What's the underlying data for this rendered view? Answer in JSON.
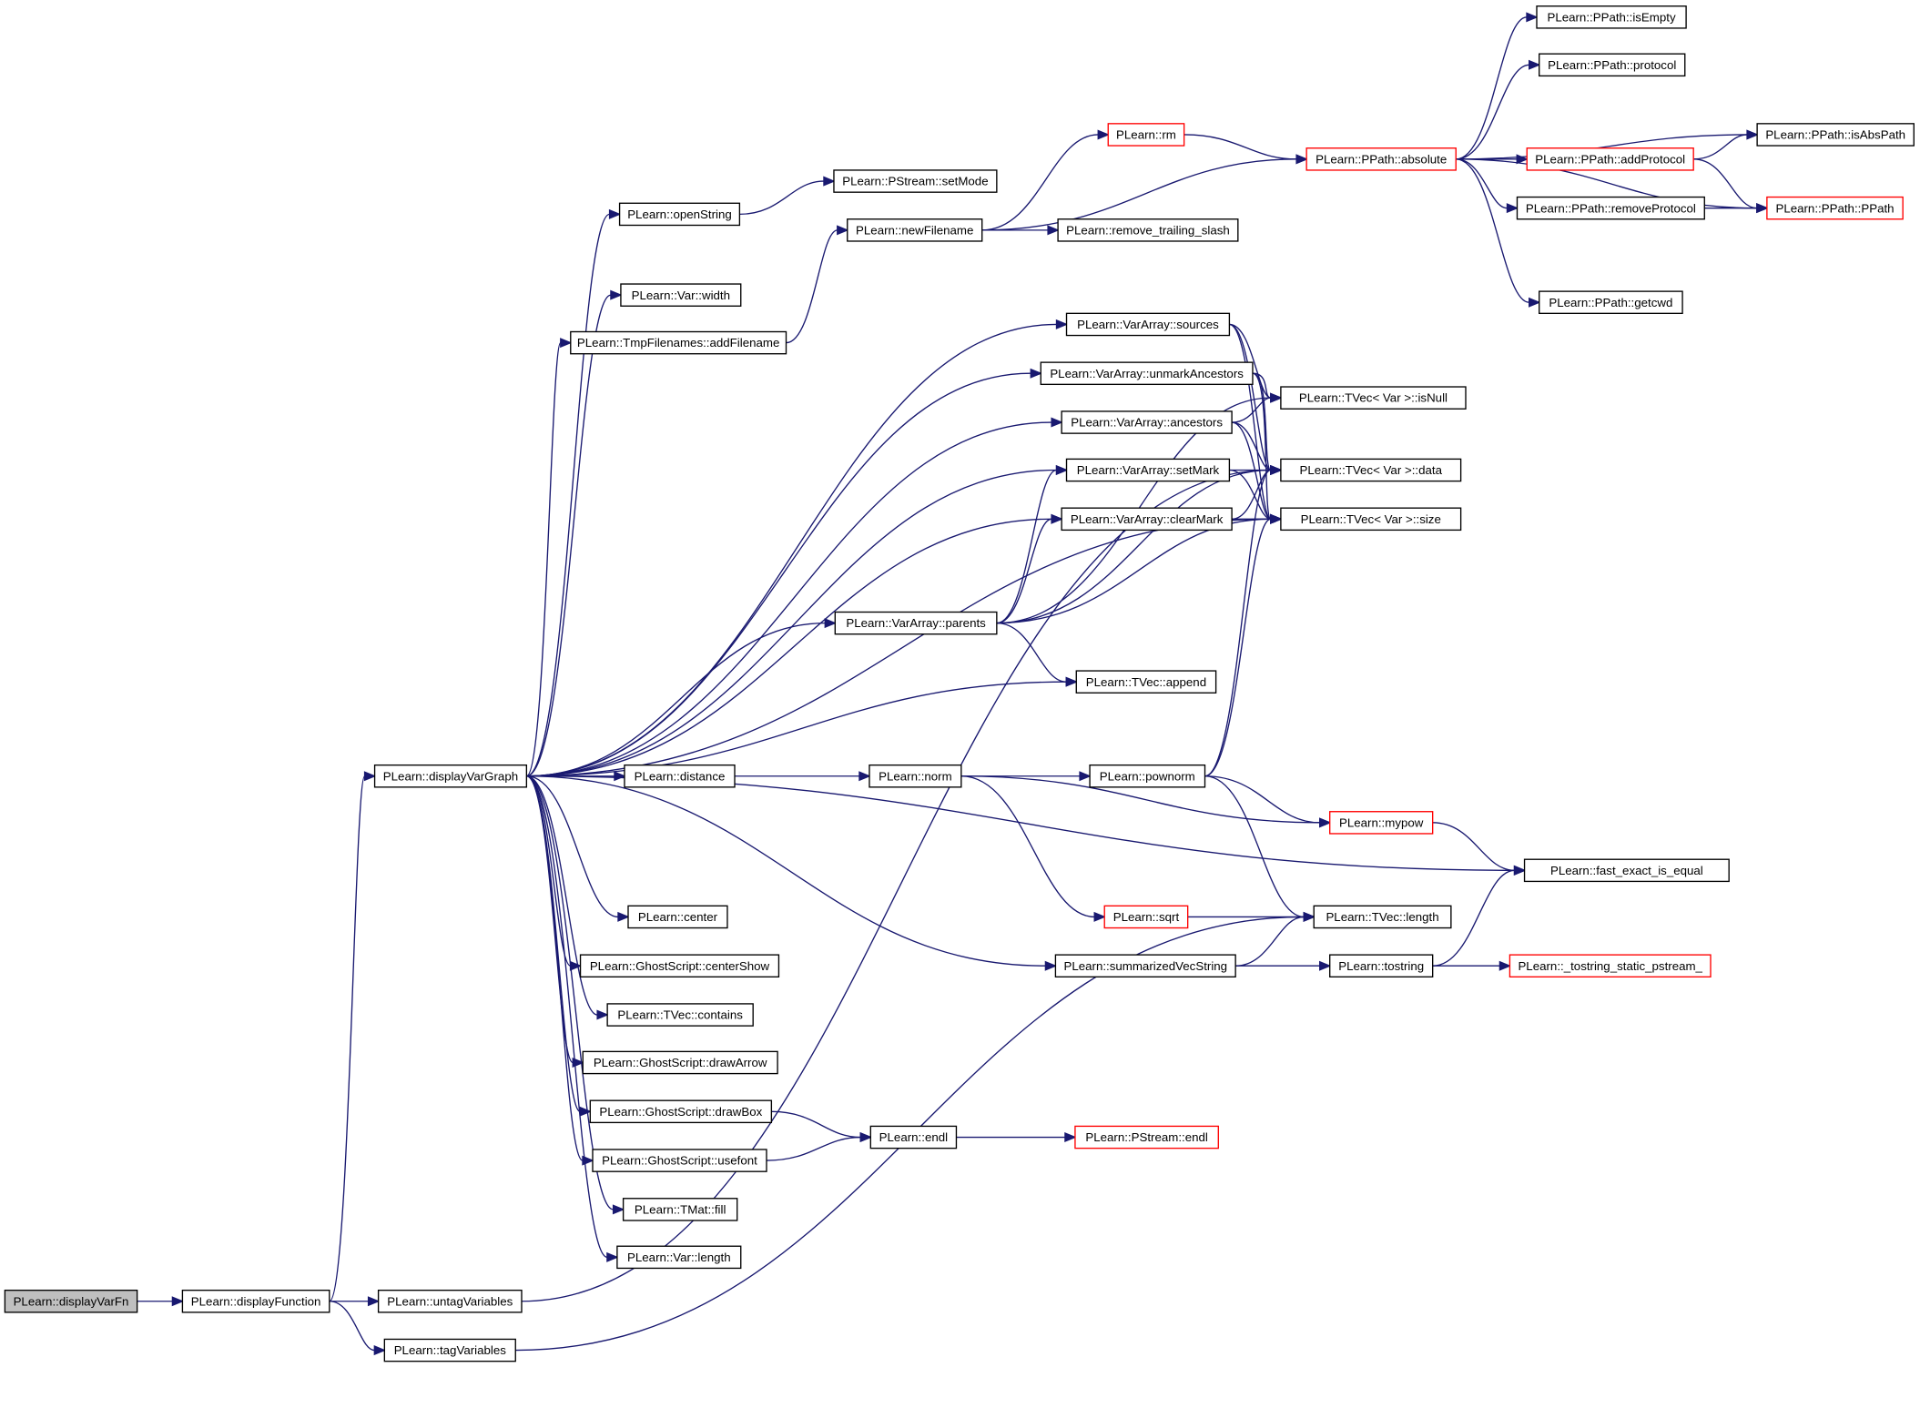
{
  "colors": {
    "edge": "#191970",
    "border_default": "#000000",
    "border_truncated": "#ff0000",
    "fill_default": "#ffffff",
    "fill_root": "#bfbfbf"
  },
  "nodes": [
    {
      "id": "n0",
      "label": "PLearn::displayVarFn",
      "style": "root"
    },
    {
      "id": "n1",
      "label": "PLearn::displayFunction",
      "style": "default"
    },
    {
      "id": "n2",
      "label": "PLearn::displayVarGraph",
      "style": "default"
    },
    {
      "id": "n3",
      "label": "PLearn::openString",
      "style": "default"
    },
    {
      "id": "n4",
      "label": "PLearn::PStream::setMode",
      "style": "default"
    },
    {
      "id": "n5",
      "label": "PLearn::Var::width",
      "style": "default"
    },
    {
      "id": "n6",
      "label": "PLearn::TmpFilenames::addFilename",
      "style": "default"
    },
    {
      "id": "n7",
      "label": "PLearn::newFilename",
      "style": "default"
    },
    {
      "id": "n8",
      "label": "PLearn::rm",
      "style": "truncated"
    },
    {
      "id": "n9",
      "label": "PLearn::PPath::absolute",
      "style": "truncated"
    },
    {
      "id": "n10",
      "label": "PLearn::PPath::isEmpty",
      "style": "default"
    },
    {
      "id": "n11",
      "label": "PLearn::PPath::protocol",
      "style": "default"
    },
    {
      "id": "n12",
      "label": "PLearn::PPath::isAbsPath",
      "style": "default"
    },
    {
      "id": "n13",
      "label": "PLearn::PPath::addProtocol",
      "style": "truncated"
    },
    {
      "id": "n14",
      "label": "PLearn::PPath::PPath",
      "style": "truncated"
    },
    {
      "id": "n15",
      "label": "PLearn::PPath::removeProtocol",
      "style": "default"
    },
    {
      "id": "n16",
      "label": "PLearn::PPath::getcwd",
      "style": "default"
    },
    {
      "id": "n17",
      "label": "PLearn::remove_trailing_slash",
      "style": "default"
    },
    {
      "id": "n18",
      "label": "PLearn::VarArray::sources",
      "style": "default"
    },
    {
      "id": "n19",
      "label": "PLearn::TVec< Var >::isNull",
      "style": "default"
    },
    {
      "id": "n20",
      "label": "PLearn::TVec< Var >::data",
      "style": "default"
    },
    {
      "id": "n21",
      "label": "PLearn::TVec< Var >::size",
      "style": "default"
    },
    {
      "id": "n22",
      "label": "PLearn::VarArray::unmarkAncestors",
      "style": "default"
    },
    {
      "id": "n23",
      "label": "PLearn::VarArray::ancestors",
      "style": "default"
    },
    {
      "id": "n24",
      "label": "PLearn::VarArray::setMark",
      "style": "default"
    },
    {
      "id": "n25",
      "label": "PLearn::VarArray::clearMark",
      "style": "default"
    },
    {
      "id": "n26",
      "label": "PLearn::VarArray::parents",
      "style": "default"
    },
    {
      "id": "n27",
      "label": "PLearn::TVec::append",
      "style": "default"
    },
    {
      "id": "n28",
      "label": "PLearn::distance",
      "style": "default"
    },
    {
      "id": "n29",
      "label": "PLearn::norm",
      "style": "default"
    },
    {
      "id": "n30",
      "label": "PLearn::pownorm",
      "style": "default"
    },
    {
      "id": "n31",
      "label": "PLearn::mypow",
      "style": "truncated"
    },
    {
      "id": "n32",
      "label": "PLearn::fast_exact_is_equal",
      "style": "default"
    },
    {
      "id": "n33",
      "label": "PLearn::sqrt",
      "style": "truncated"
    },
    {
      "id": "n34",
      "label": "PLearn::TVec::length",
      "style": "default"
    },
    {
      "id": "n35",
      "label": "PLearn::center",
      "style": "default"
    },
    {
      "id": "n36",
      "label": "PLearn::summarizedVecString",
      "style": "default"
    },
    {
      "id": "n37",
      "label": "PLearn::tostring",
      "style": "default"
    },
    {
      "id": "n38",
      "label": "PLearn::_tostring_static_pstream_",
      "style": "truncated"
    },
    {
      "id": "n39",
      "label": "PLearn::GhostScript::centerShow",
      "style": "default"
    },
    {
      "id": "n40",
      "label": "PLearn::TVec::contains",
      "style": "default"
    },
    {
      "id": "n41",
      "label": "PLearn::GhostScript::drawArrow",
      "style": "default"
    },
    {
      "id": "n42",
      "label": "PLearn::GhostScript::drawBox",
      "style": "default"
    },
    {
      "id": "n43",
      "label": "PLearn::endl",
      "style": "default"
    },
    {
      "id": "n44",
      "label": "PLearn::PStream::endl",
      "style": "truncated"
    },
    {
      "id": "n45",
      "label": "PLearn::GhostScript::usefont",
      "style": "default"
    },
    {
      "id": "n46",
      "label": "PLearn::TMat::fill",
      "style": "default"
    },
    {
      "id": "n47",
      "label": "PLearn::Var::length",
      "style": "default"
    },
    {
      "id": "n48",
      "label": "PLearn::untagVariables",
      "style": "default"
    },
    {
      "id": "n49",
      "label": "PLearn::tagVariables",
      "style": "default"
    }
  ],
  "edges": [
    [
      "n0",
      "n1"
    ],
    [
      "n1",
      "n2"
    ],
    [
      "n1",
      "n48"
    ],
    [
      "n1",
      "n49"
    ],
    [
      "n2",
      "n3"
    ],
    [
      "n2",
      "n5"
    ],
    [
      "n2",
      "n6"
    ],
    [
      "n2",
      "n18"
    ],
    [
      "n2",
      "n22"
    ],
    [
      "n2",
      "n23"
    ],
    [
      "n2",
      "n24"
    ],
    [
      "n2",
      "n25"
    ],
    [
      "n2",
      "n26"
    ],
    [
      "n2",
      "n27"
    ],
    [
      "n2",
      "n21"
    ],
    [
      "n2",
      "n28"
    ],
    [
      "n2",
      "n32"
    ],
    [
      "n2",
      "n35"
    ],
    [
      "n2",
      "n36"
    ],
    [
      "n2",
      "n39"
    ],
    [
      "n2",
      "n40"
    ],
    [
      "n2",
      "n41"
    ],
    [
      "n2",
      "n42"
    ],
    [
      "n2",
      "n45"
    ],
    [
      "n2",
      "n46"
    ],
    [
      "n2",
      "n47"
    ],
    [
      "n3",
      "n4"
    ],
    [
      "n6",
      "n7"
    ],
    [
      "n7",
      "n8"
    ],
    [
      "n7",
      "n9"
    ],
    [
      "n7",
      "n17"
    ],
    [
      "n8",
      "n9"
    ],
    [
      "n9",
      "n10"
    ],
    [
      "n9",
      "n11"
    ],
    [
      "n9",
      "n12"
    ],
    [
      "n9",
      "n13"
    ],
    [
      "n9",
      "n14"
    ],
    [
      "n9",
      "n15"
    ],
    [
      "n9",
      "n16"
    ],
    [
      "n13",
      "n12"
    ],
    [
      "n13",
      "n14"
    ],
    [
      "n15",
      "n14"
    ],
    [
      "n18",
      "n19"
    ],
    [
      "n18",
      "n20"
    ],
    [
      "n18",
      "n21"
    ],
    [
      "n22",
      "n19"
    ],
    [
      "n22",
      "n20"
    ],
    [
      "n22",
      "n21"
    ],
    [
      "n23",
      "n19"
    ],
    [
      "n23",
      "n20"
    ],
    [
      "n23",
      "n21"
    ],
    [
      "n24",
      "n20"
    ],
    [
      "n24",
      "n21"
    ],
    [
      "n25",
      "n20"
    ],
    [
      "n25",
      "n21"
    ],
    [
      "n26",
      "n19"
    ],
    [
      "n26",
      "n24"
    ],
    [
      "n26",
      "n25"
    ],
    [
      "n26",
      "n20"
    ],
    [
      "n26",
      "n21"
    ],
    [
      "n26",
      "n27"
    ],
    [
      "n28",
      "n29"
    ],
    [
      "n29",
      "n30"
    ],
    [
      "n29",
      "n31"
    ],
    [
      "n29",
      "n33"
    ],
    [
      "n30",
      "n31"
    ],
    [
      "n30",
      "n34"
    ],
    [
      "n30",
      "n20"
    ],
    [
      "n30",
      "n21"
    ],
    [
      "n31",
      "n32"
    ],
    [
      "n33",
      "n34"
    ],
    [
      "n36",
      "n34"
    ],
    [
      "n36",
      "n37"
    ],
    [
      "n37",
      "n38"
    ],
    [
      "n37",
      "n32"
    ],
    [
      "n42",
      "n43"
    ],
    [
      "n45",
      "n43"
    ],
    [
      "n43",
      "n44"
    ],
    [
      "n48",
      "n20"
    ],
    [
      "n49",
      "n34"
    ]
  ]
}
